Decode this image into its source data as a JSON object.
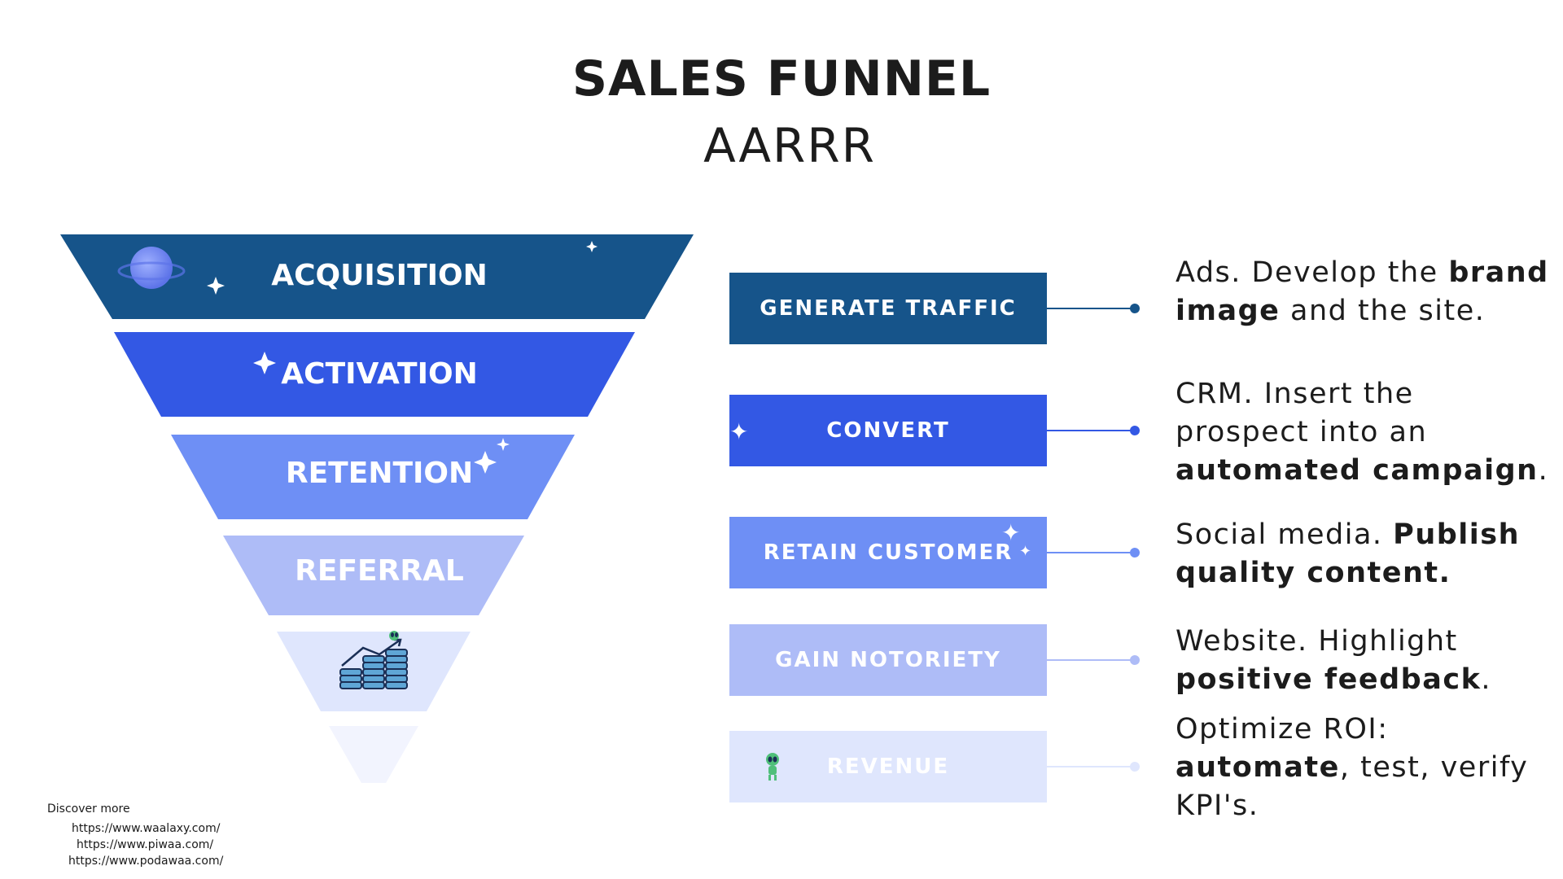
{
  "title": "SALES FUNNEL",
  "subtitle": "AARRR",
  "stages": [
    {
      "label": "ACQUISITION",
      "color": "#16548a"
    },
    {
      "label": "ACTIVATION",
      "color": "#3358e4"
    },
    {
      "label": "RETENTION",
      "color": "#6e8ff5"
    },
    {
      "label": "REFERRAL",
      "color": "#aebcf7"
    },
    {
      "label": "",
      "icon": "revenue-coins-chart-icon",
      "color": "#dfe6fd"
    },
    {
      "label": "",
      "color": "#f2f4fe"
    }
  ],
  "goals": [
    {
      "label": "GENERATE TRAFFIC",
      "color": "#16548a",
      "line_color": "#16548a"
    },
    {
      "label": "CONVERT",
      "color": "#3358e4",
      "line_color": "#3358e4"
    },
    {
      "label": "RETAIN CUSTOMER",
      "color": "#6e8ff5",
      "line_color": "#6e8ff5"
    },
    {
      "label": "GAIN NOTORIETY",
      "color": "#aebcf7",
      "line_color": "#aebcf7"
    },
    {
      "label": "REVENUE",
      "color": "#dfe6fd",
      "line_color": "#dfe6fd"
    }
  ],
  "descriptions": {
    "d0": {
      "a": "Ads. Develop the ",
      "b": "brand image",
      "c": " and the site."
    },
    "d1": {
      "a": "CRM. Insert the prospect into an ",
      "b": "automated campaign",
      "c": "."
    },
    "d2": {
      "a": "Social media. ",
      "b": "Publish quality content.",
      "c": ""
    },
    "d3": {
      "a": "Website. Highlight ",
      "b": "positive feedback",
      "c": "."
    },
    "d4": {
      "a": "Optimize ROI: ",
      "b": "automate",
      "c": ", test, verify KPI's."
    }
  },
  "footer": {
    "discover": "Discover more",
    "links": [
      "https://www.waalaxy.com/",
      "https://www.piwaa.com/",
      "https://www.podawaa.com/"
    ]
  }
}
